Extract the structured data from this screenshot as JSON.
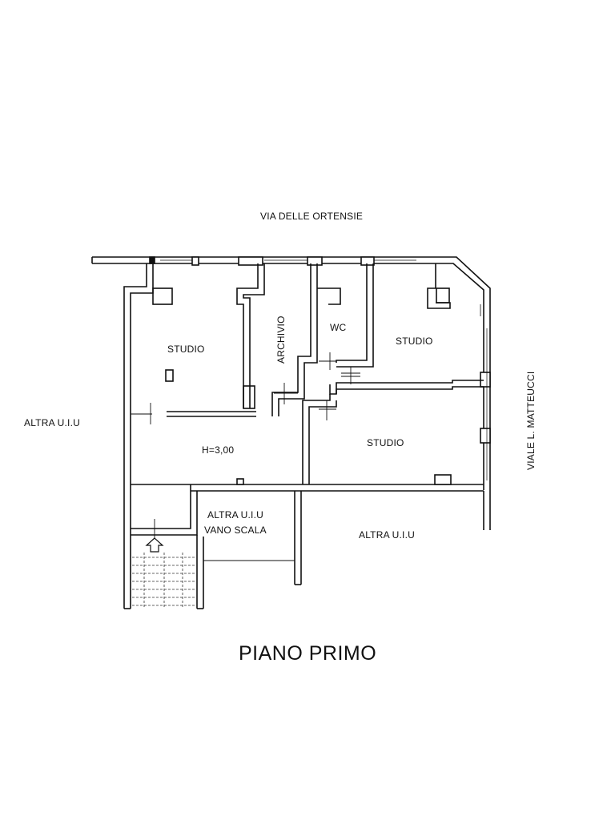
{
  "street_north": "VIA DELLE ORTENSIE",
  "street_east": "VIALE L. MATTEUCCI",
  "rooms": {
    "studio_1": "STUDIO",
    "archivio": "ARCHIVIO",
    "wc": "WC",
    "studio_2": "STUDIO",
    "studio_3": "STUDIO",
    "height": "H=3,00"
  },
  "neighbors": {
    "west": "ALTRA U.I.U",
    "stair_line1": "ALTRA U.I.U",
    "stair_line2": "VANO SCALA",
    "south": "ALTRA U.I.U"
  },
  "title": "PIANO PRIMO"
}
